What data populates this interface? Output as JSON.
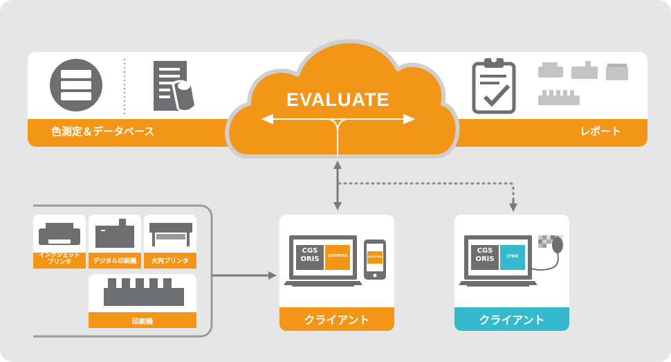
{
  "cloud": {
    "title": "EVALUATE"
  },
  "top_band": {
    "left_label": "色測定＆データベース",
    "right_label": "レポート"
  },
  "devices": {
    "inkjet": "インクジェット\nプリンタ",
    "inkjet_line1": "インクジェット",
    "inkjet_line2": "プリンタ",
    "digital": "デジタル印刷機",
    "wide": "大判プリンタ",
    "press": "印刷機"
  },
  "client_certified": {
    "logo_line1": "CGS",
    "logo_line2": "ORIS",
    "badge": "CERTIFIED",
    "phone_badge": "CERTIFIED",
    "label": "クライアント"
  },
  "client_lynx": {
    "logo_line1": "CGS",
    "logo_line2": "ORIS",
    "badge": "LYNX",
    "label": "クライアント"
  },
  "colors": {
    "orange": "#f39617",
    "teal": "#35b9cc",
    "grey_icon": "#6d6e70",
    "background": "#e6e6e6"
  }
}
